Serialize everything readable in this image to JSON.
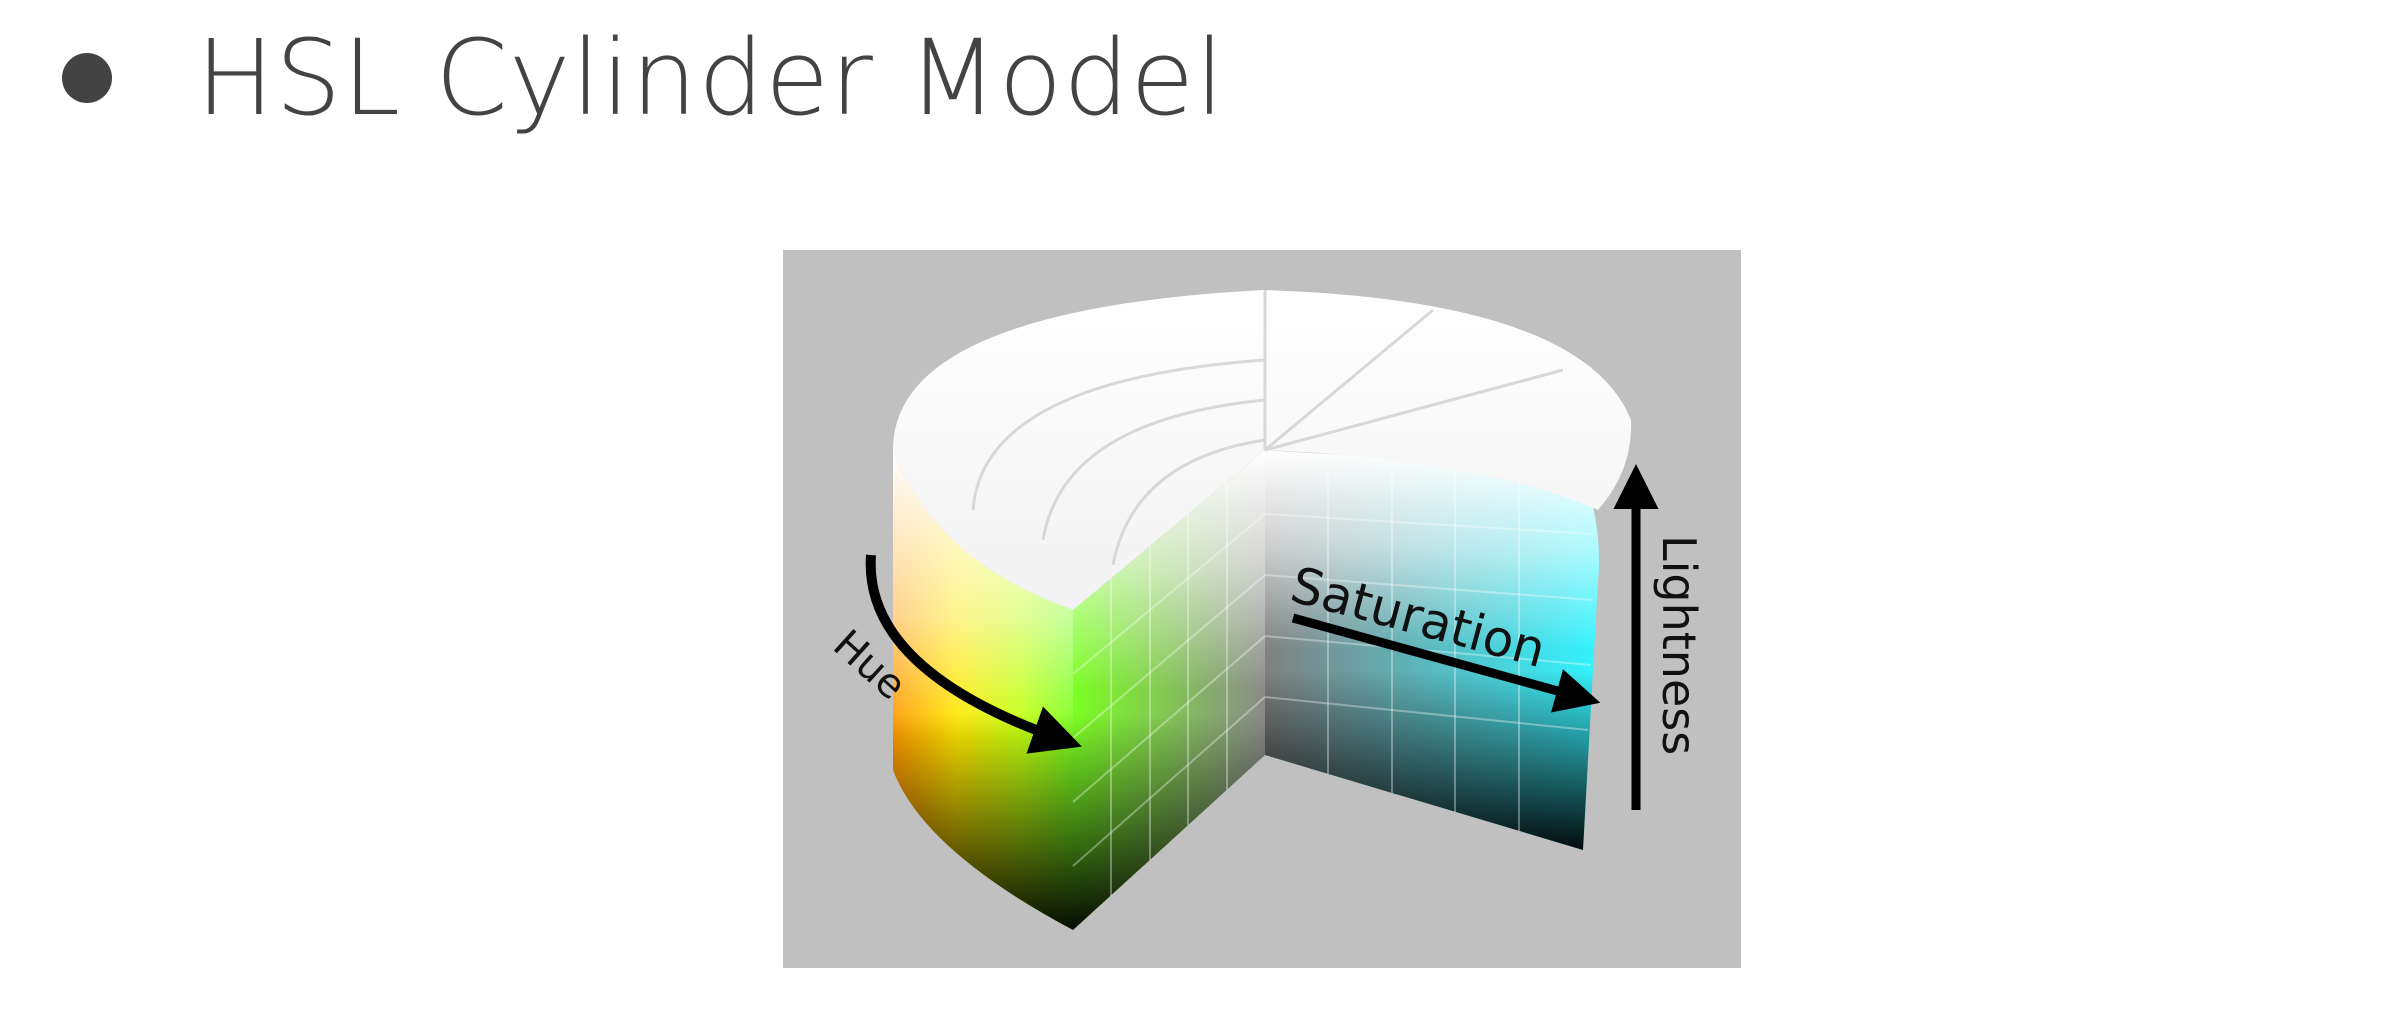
{
  "slide": {
    "bullet_title": "HSL Cylinder Model"
  },
  "diagram": {
    "labels": {
      "hue": "Hue",
      "saturation": "Saturation",
      "lightness": "Lightness"
    },
    "colors": {
      "background": "#c0c0c0",
      "top_face": "#ffffff",
      "hue_side": [
        "#ff8a00",
        "#ffe000",
        "#c8ff00",
        "#7bff1a"
      ],
      "saturation_side_edge": "#3ff6ff",
      "dark": "#000000",
      "arrow": "#000000"
    }
  }
}
